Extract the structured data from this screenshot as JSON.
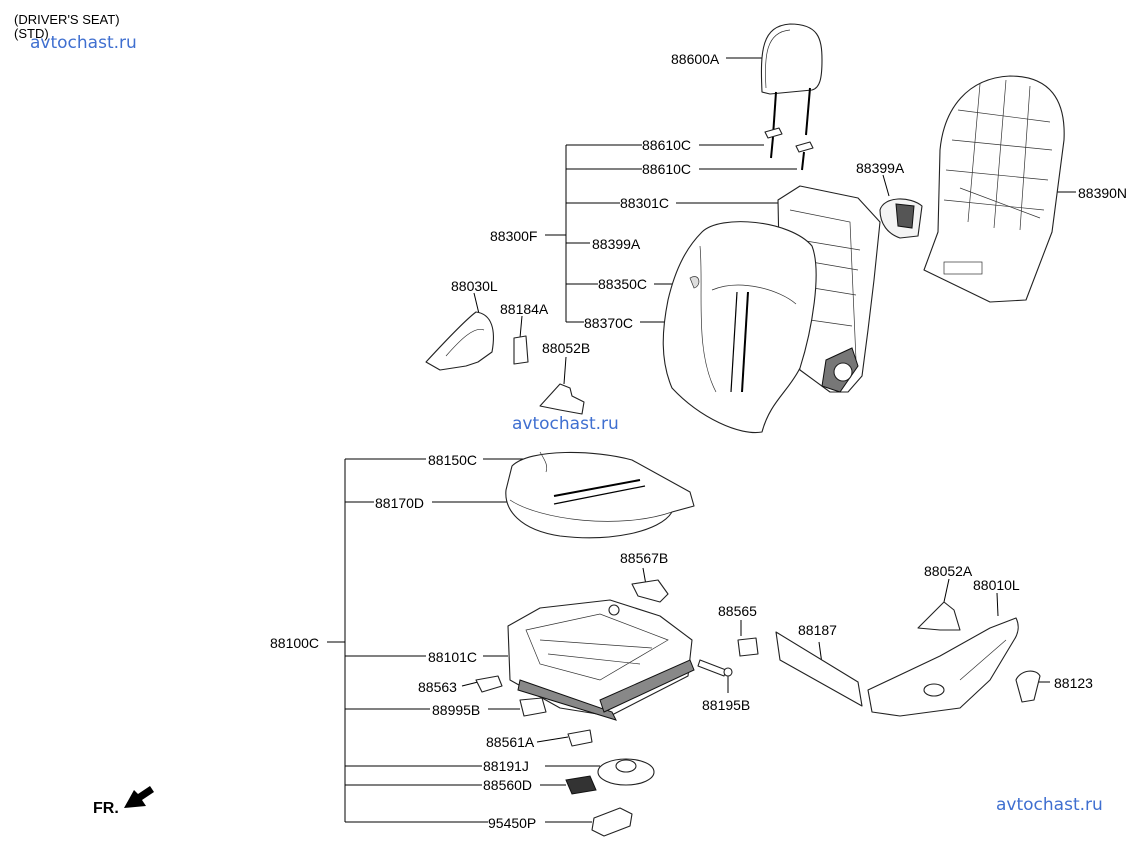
{
  "header": {
    "line1": "(DRIVER'S SEAT)",
    "line2": "(STD)"
  },
  "watermark": {
    "text": "avtochast.ru",
    "color": "#3f6fd0"
  },
  "front_marker": "FR.",
  "labels": {
    "p88600A": "88600A",
    "p88610C_1": "88610C",
    "p88610C_2": "88610C",
    "p88301C": "88301C",
    "p88300F": "88300F",
    "p88399A_1": "88399A",
    "p88350C": "88350C",
    "p88370C": "88370C",
    "p88399A_2": "88399A",
    "p88390N": "88390N",
    "p88030L": "88030L",
    "p88184A": "88184A",
    "p88052B": "88052B",
    "p88150C": "88150C",
    "p88170D": "88170D",
    "p88567B": "88567B",
    "p88100C": "88100C",
    "p88101C": "88101C",
    "p88565": "88565",
    "p88563": "88563",
    "p88195B": "88195B",
    "p88995B": "88995B",
    "p88561A": "88561A",
    "p88191J": "88191J",
    "p88560D": "88560D",
    "p95450P": "95450P",
    "p88052A": "88052A",
    "p88010L": "88010L",
    "p88187": "88187",
    "p88123": "88123"
  }
}
